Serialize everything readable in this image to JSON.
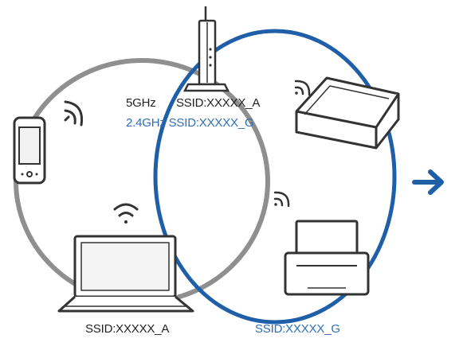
{
  "router": {
    "line_5ghz_band": "5GHz",
    "line_5ghz_ssid": "SSID:XXXXX_A",
    "line_24ghz": "2.4GHz SSID:XXXXX_G"
  },
  "networks": {
    "left_ssid": "SSID:XXXXX_A",
    "right_ssid": "SSID:XXXXX_G"
  },
  "colors": {
    "network_a_ring": "#8f8f8f",
    "network_g_ring": "#1f5fa8",
    "text_dark": "#222222",
    "text_blue": "#2f6fb8",
    "arrow": "#1f5fa8",
    "device_stroke": "#333333"
  },
  "icons": [
    "router-icon",
    "smartphone-icon",
    "laptop-icon",
    "scanner-icon",
    "printer-icon",
    "wifi-icon",
    "arrow-right-icon"
  ]
}
